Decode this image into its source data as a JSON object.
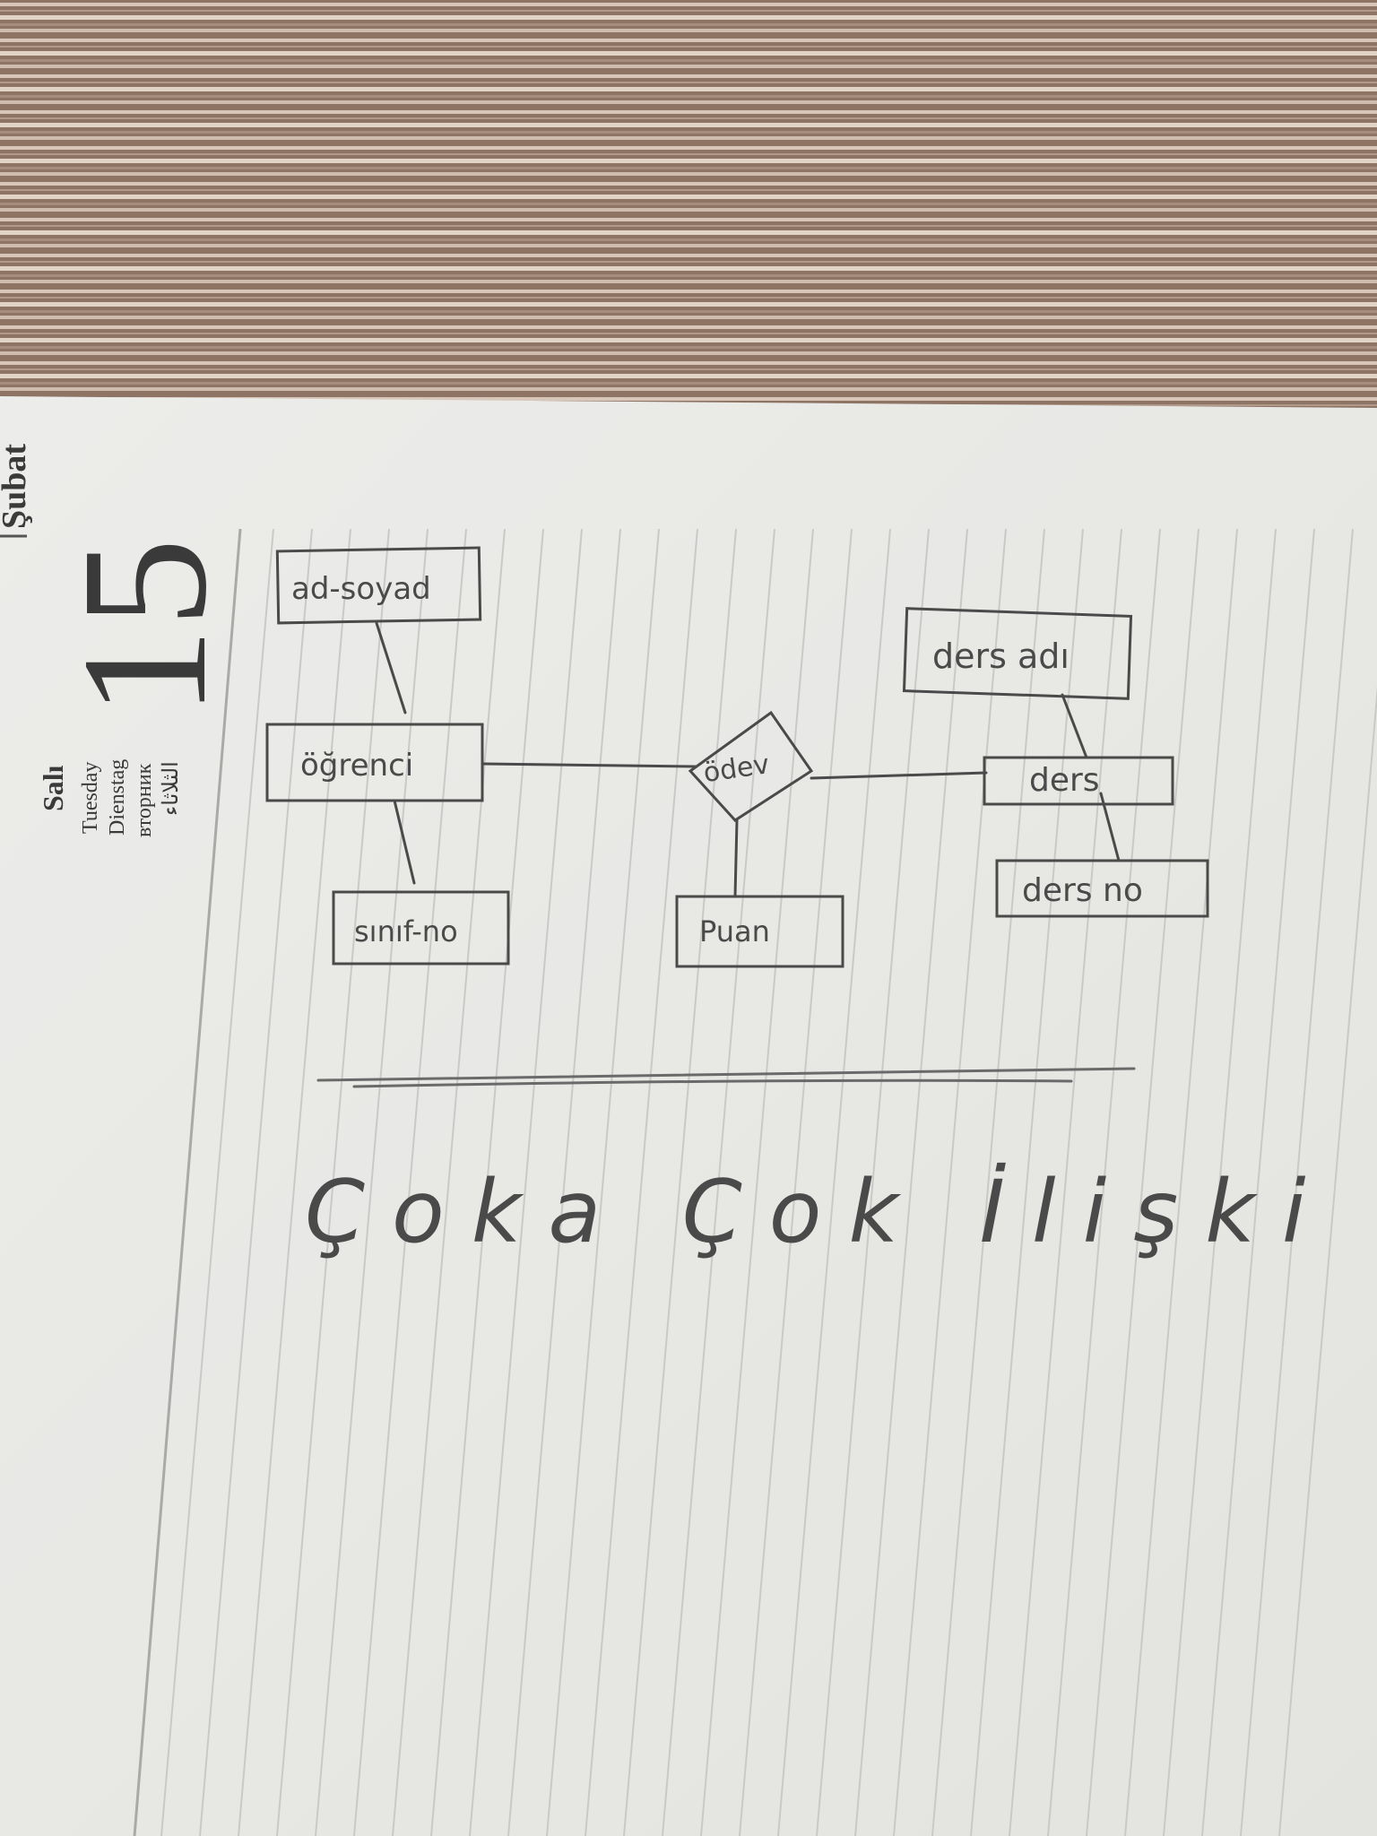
{
  "calendar": {
    "month_label": "Şubat",
    "day_number": "15",
    "weekdays": [
      "Salı",
      "Tuesday",
      "Dienstag",
      "вторник",
      "الثلاثاء"
    ]
  },
  "diagram": {
    "entities": {
      "student": "öğrenci",
      "course": "ders"
    },
    "relationship": "ödev",
    "attributes": {
      "student_name": "ad-soyad",
      "class_no": "sınıf-no",
      "score": "Puan",
      "course_name": "ders adı",
      "course_no": "ders no"
    }
  },
  "note": "Çoka Çok İlişki",
  "colors": {
    "paper": "#e9e9e5",
    "rule_lines": "#c9c9c7",
    "pencil": "#4a4a4a",
    "table_wood": "#8f7566"
  }
}
